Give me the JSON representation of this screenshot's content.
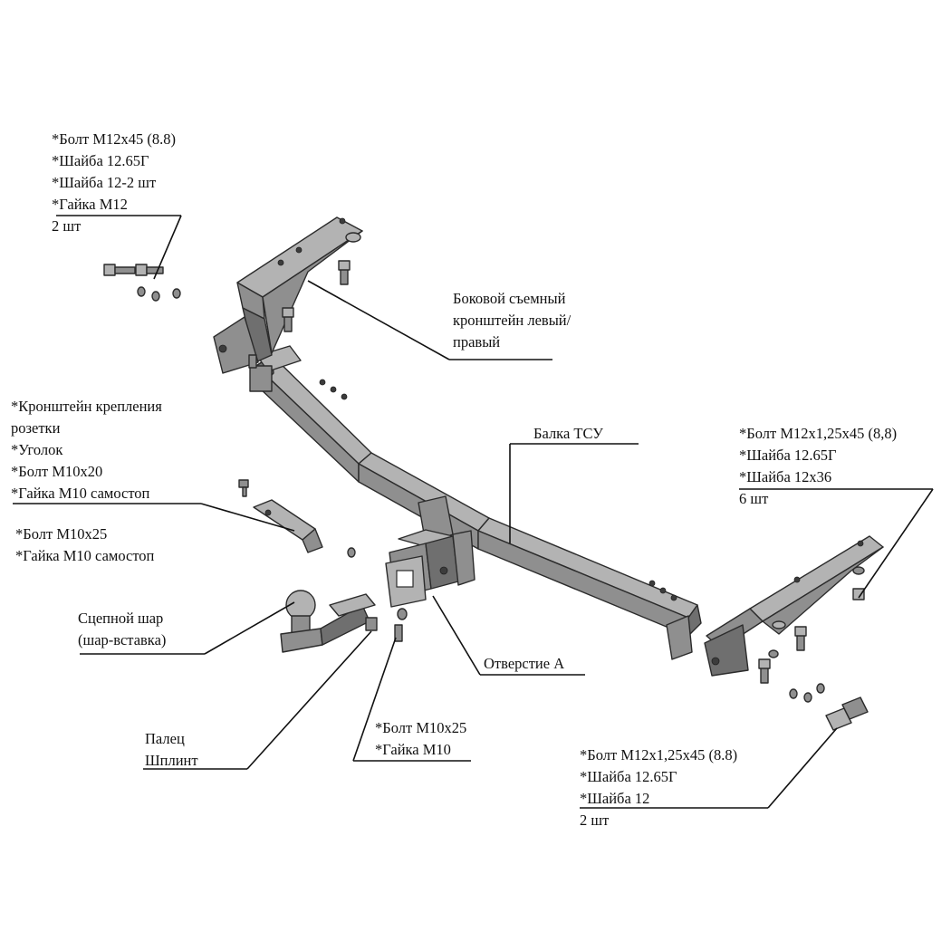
{
  "callouts": {
    "top_left_fasteners": {
      "lines": [
        "*Болт М12х45 (8.8)",
        "*Шайба 12.65Г",
        "*Шайба 12-2 шт",
        "*Гайка М12",
        "2 шт"
      ]
    },
    "side_bracket": {
      "lines": [
        "Боковой съемный",
        "кронштейн левый/",
        "правый"
      ]
    },
    "socket_bracket": {
      "lines": [
        "*Кронштейн крепления",
        "розетки",
        "*Уголок",
        "*Болт М10х20",
        "*Гайка М10 самостоп"
      ]
    },
    "bolt_m10x25_self": {
      "lines": [
        "*Болт М10х25",
        "*Гайка М10 самостоп"
      ]
    },
    "beam": {
      "lines": [
        "Балка ТСУ"
      ]
    },
    "right_fasteners_6": {
      "lines": [
        "*Болт М12х1,25х45 (8,8)",
        "*Шайба 12.65Г",
        "*Шайба 12х36",
        "6 шт"
      ]
    },
    "tow_ball": {
      "lines": [
        "Сцепной шар",
        "(шар-вставка)"
      ]
    },
    "hole_a": {
      "lines": [
        "Отверстие А"
      ]
    },
    "pin": {
      "lines": [
        "Палец",
        "Шплинт"
      ]
    },
    "bolt_m10x25_nut": {
      "lines": [
        "*Болт М10х25",
        "*Гайка М10"
      ]
    },
    "right_fasteners_2": {
      "lines": [
        "*Болт М12х1,25х45 (8.8)",
        "*Шайба 12.65Г",
        "*Шайба 12",
        "2 шт"
      ]
    }
  }
}
